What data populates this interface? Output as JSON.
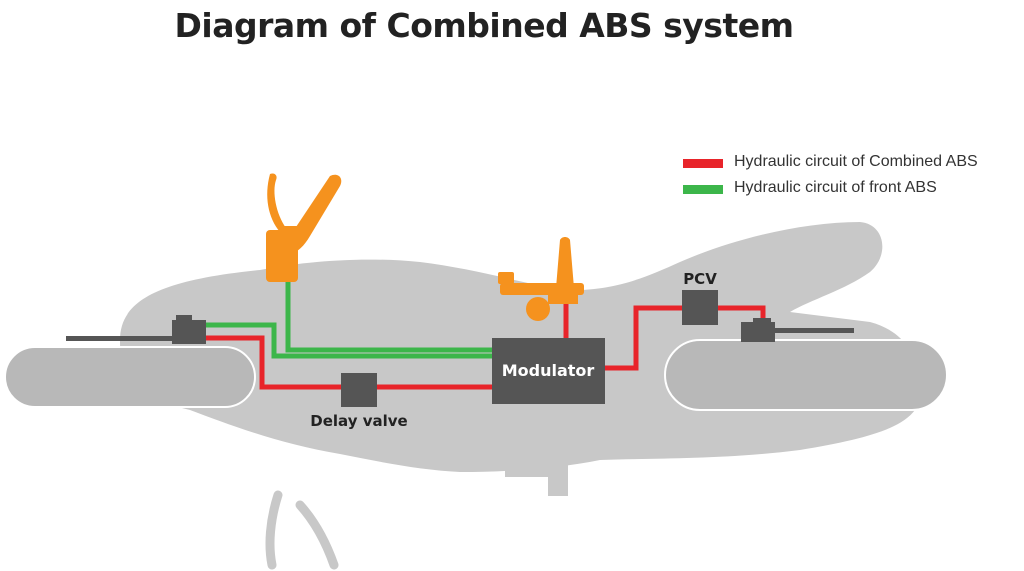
{
  "title": "Diagram of Combined ABS system",
  "legend": [
    {
      "label": "Hydraulic circuit of Combined ABS",
      "color": "#e8242a"
    },
    {
      "label": "Hydraulic circuit of front ABS",
      "color": "#3cb64a"
    }
  ],
  "components": {
    "modulator": "Modulator",
    "delay_valve": "Delay valve",
    "pcv": "PCV"
  },
  "colors": {
    "body": "#c8c8c8",
    "wheel": "#b8b8b8",
    "component": "#555555",
    "lever": "#f5921e"
  }
}
